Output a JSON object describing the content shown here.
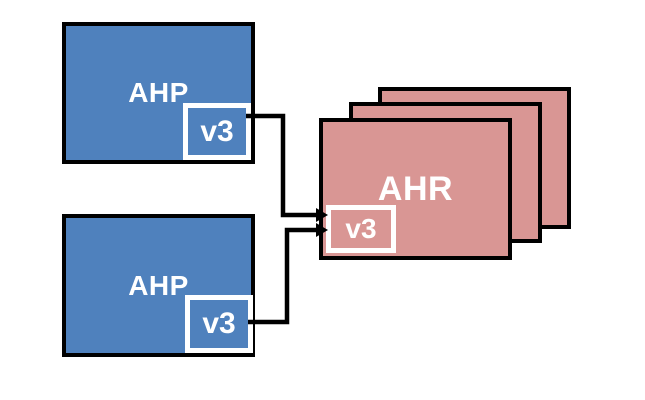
{
  "colors": {
    "ahp_fill": "#4f81bd",
    "ahr_fill": "#d99694",
    "border": "#000000",
    "badge_border": "#ffffff",
    "label": "#ffffff",
    "canvas_bg": "#ffffff",
    "connector": "#000000"
  },
  "nodes": {
    "ahp_top": {
      "label": "AHP",
      "version": "v3"
    },
    "ahp_bottom": {
      "label": "AHP",
      "version": "v3"
    },
    "ahr": {
      "label": "AHR",
      "version": "v3",
      "stack_count": 3
    }
  },
  "connections": [
    {
      "from": "ahp_top.v3",
      "to": "ahr.v3",
      "style": "elbow-arrow"
    },
    {
      "from": "ahp_bottom.v3",
      "to": "ahr.v3",
      "style": "elbow-arrow"
    }
  ]
}
